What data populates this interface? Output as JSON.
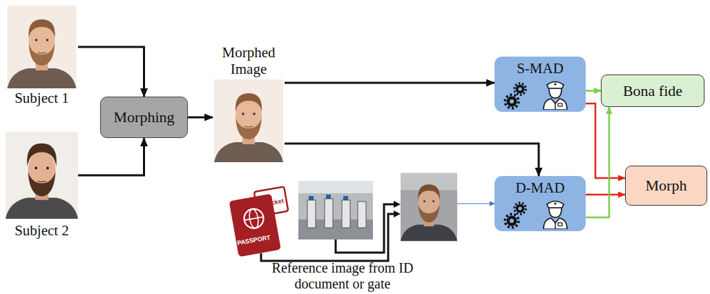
{
  "diagram": {
    "nodes": [
      {
        "text": [
          "Subject 1"
        ]
      },
      {
        "text": [
          "Subject 2"
        ]
      },
      {
        "text": [
          "Morphing"
        ]
      },
      {
        "text": [
          "Morphed Image"
        ]
      },
      {
        "text": [
          "S-MAD"
        ]
      },
      {
        "text": [
          "D-MAD"
        ]
      },
      {
        "text": [
          "Bona fide"
        ]
      },
      {
        "text": [
          "Morph"
        ]
      },
      {
        "text": [
          "Reference image from ID document or gate"
        ]
      }
    ],
    "edges": [
      {
        "from": 0,
        "to": 2,
        "arrow": "to"
      },
      {
        "from": 1,
        "to": 2,
        "arrow": "to"
      },
      {
        "from": 2,
        "to": 3,
        "arrow": "to"
      },
      {
        "from": 3,
        "to": 4,
        "arrow": "to"
      },
      {
        "from": 3,
        "to": 5,
        "arrow": "to"
      },
      {
        "from": 8,
        "to": 5,
        "arrow": "to"
      },
      {
        "from": 4,
        "to": 6,
        "arrow": "to"
      },
      {
        "from": 4,
        "to": 7,
        "arrow": "to"
      },
      {
        "from": 5,
        "to": 7,
        "arrow": "to"
      },
      {
        "from": 5,
        "to": 6,
        "arrow": "to"
      }
    ],
    "labels": [
      "PASSPORT",
      "Ticket"
    ]
  }
}
